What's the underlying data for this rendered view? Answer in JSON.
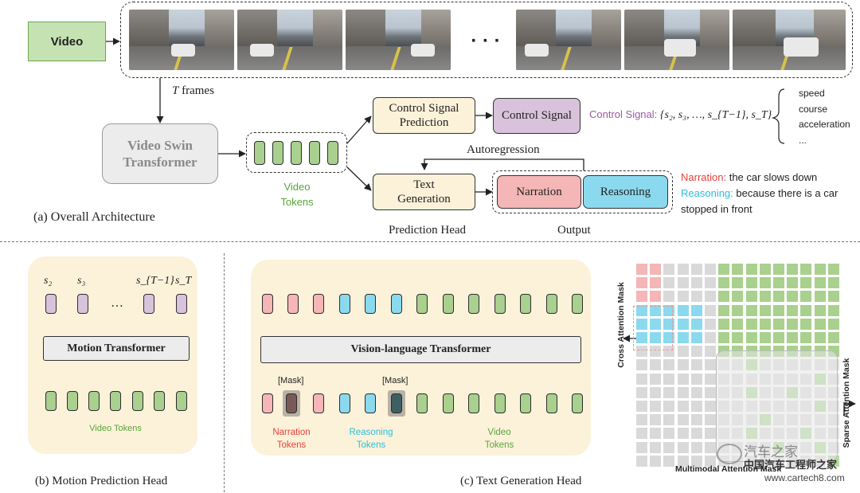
{
  "top": {
    "input_label": "Video",
    "ellipsis": "· · ·",
    "frames_label_var": "T",
    "frames_label": " frames",
    "encoder": "Video Swin Transformer",
    "video_tokens_label": "Video Tokens",
    "control_pred": "Control Signal Prediction",
    "control_signal": "Control Signal",
    "text_gen": "Text Generation",
    "narration": "Narration",
    "reasoning": "Reasoning",
    "autoregression": "Autoregression",
    "prediction_head": "Prediction Head",
    "output": "Output",
    "caption": "(a) Overall Architecture",
    "control_signal_prefix": "Control Signal: ",
    "control_signal_set": "{s₂, s₃, …, s_{T−1}, s_T}",
    "control_list": [
      "speed",
      "course",
      "acceleration",
      "..."
    ],
    "narration_key": "Narration:",
    "narration_text": "the car slows down",
    "reasoning_key": "Reasoning:",
    "reasoning_text": "because there is a car",
    "reasoning_text2": "stopped in front"
  },
  "motion": {
    "labels": [
      "s₂",
      "s₃",
      "…",
      "s_{T−1}",
      "s_T"
    ],
    "transformer": "Motion Transformer",
    "tokens_label": "Video Tokens",
    "caption": "(b) Motion Prediction Head"
  },
  "textgen": {
    "transformer": "Vision-language Transformer",
    "mask_label": "[Mask]",
    "narration_tokens": "Narration Tokens",
    "reasoning_tokens": "Reasoning Tokens",
    "video_tokens": "Video Tokens",
    "caption": "(c) Text Generation Head"
  },
  "attention": {
    "cross_label": "Cross Attention Mask",
    "sparse_label": "Sparse Attention Mask",
    "multimodal_label": "Multimodal Attention Mask"
  },
  "watermark": {
    "line1": "汽车之家",
    "line2": "中国汽车工程师之家",
    "url": "www.cartech8.com"
  },
  "colors": {
    "green": "#a9d08e",
    "purple": "#d9c2dc",
    "pink": "#f4b6b6",
    "cyan": "#8bd9ee",
    "narration_red": "#e8403a",
    "reasoning_cyan": "#2bbfdc",
    "control_purple": "#9a5ba0",
    "video_green": "#5aa53a",
    "panel_bg": "#fcf2da"
  }
}
